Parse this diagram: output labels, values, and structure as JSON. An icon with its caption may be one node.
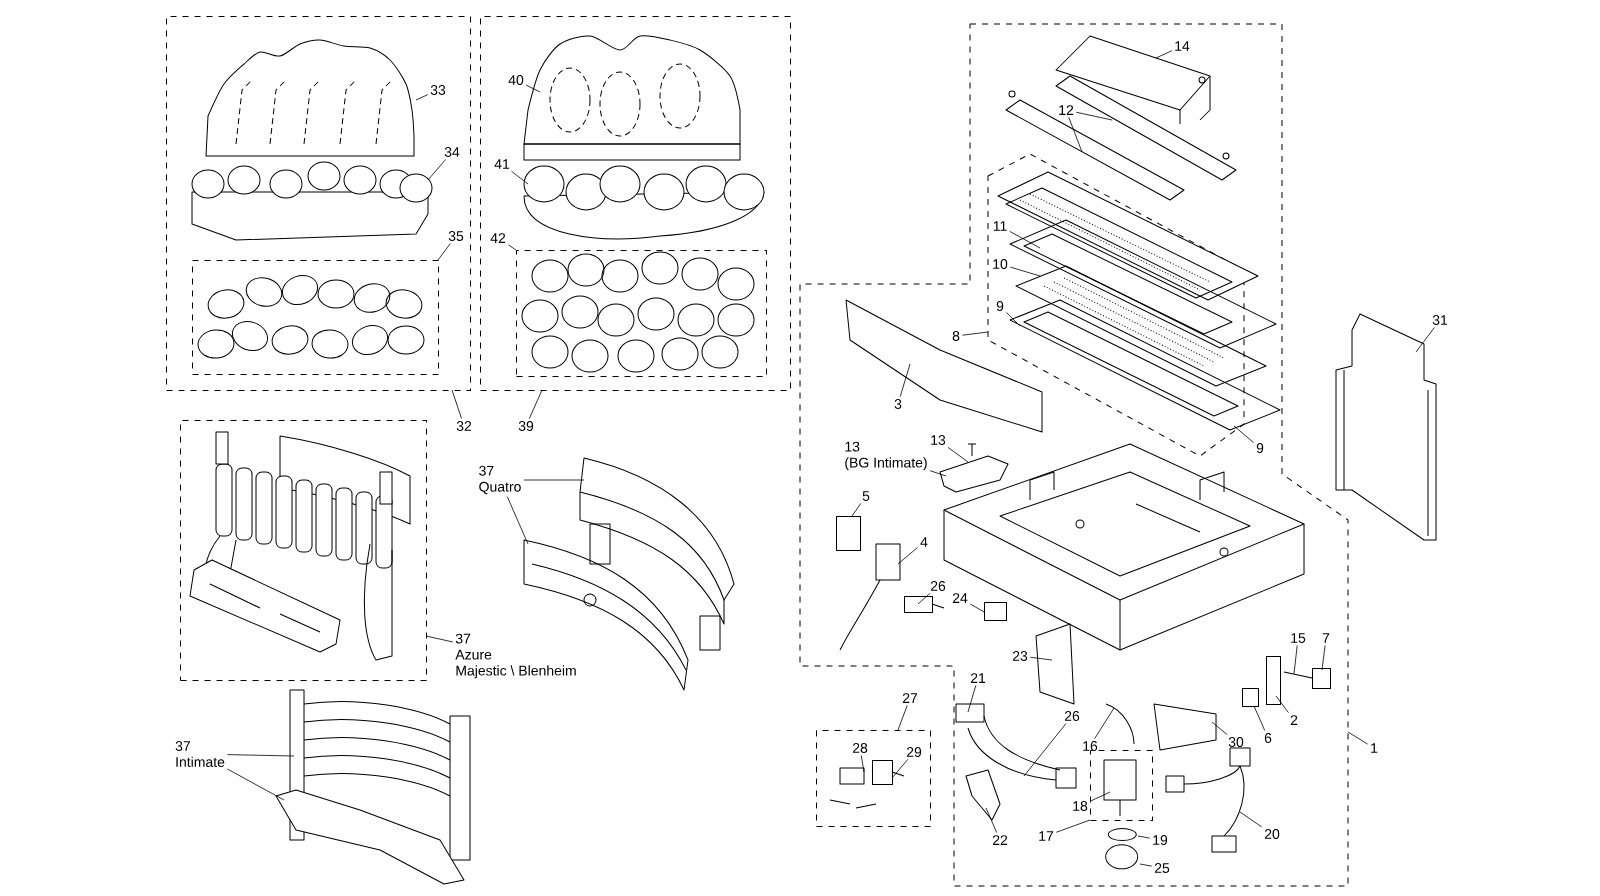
{
  "diagram": {
    "nodes": [
      {
        "text": [
          "33"
        ],
        "in": 45
      },
      {
        "text": [
          "34"
        ],
        "in": 45
      },
      {
        "text": [
          "35"
        ],
        "in": 45
      },
      {
        "text": [
          "32"
        ]
      },
      {
        "text": [
          "40"
        ],
        "in": 49
      },
      {
        "text": [
          "41"
        ],
        "in": 49
      },
      {
        "text": [
          "42"
        ],
        "in": 49
      },
      {
        "text": [
          "39"
        ]
      },
      {
        "text": [
          "37",
          "Quatro"
        ]
      },
      {
        "text": [
          "37",
          "Azure",
          "Majestic \\ Blenheim"
        ]
      },
      {
        "text": [
          "37",
          "Intimate"
        ]
      },
      {
        "text": [
          "14"
        ],
        "in": 58
      },
      {
        "text": [
          "12"
        ],
        "in": 58
      },
      {
        "text": [
          "11"
        ],
        "in": 62
      },
      {
        "text": [
          "10"
        ],
        "in": 62
      },
      {
        "text": [
          "9"
        ],
        "in": 62
      },
      {
        "text": [
          "8"
        ],
        "in": 58
      },
      {
        "text": [
          "9"
        ],
        "in": 58
      },
      {
        "text": [
          "3"
        ],
        "in": 58
      },
      {
        "text": [
          "31"
        ]
      },
      {
        "text": [
          "13",
          "(BG Intimate)"
        ],
        "in": 58
      },
      {
        "text": [
          "13"
        ],
        "in": 58
      },
      {
        "text": [
          "5"
        ],
        "in": 58
      },
      {
        "text": [
          "4"
        ],
        "in": 58
      },
      {
        "text": [
          "26"
        ],
        "in": 58
      },
      {
        "text": [
          "24"
        ],
        "in": 58
      },
      {
        "text": [
          "23"
        ],
        "in": 58
      },
      {
        "text": [
          "21"
        ],
        "in": 58
      },
      {
        "text": [
          "26"
        ],
        "in": 58
      },
      {
        "text": [
          "16"
        ],
        "in": 58
      },
      {
        "text": [
          "27"
        ]
      },
      {
        "text": [
          "28"
        ],
        "in": 78
      },
      {
        "text": [
          "29"
        ],
        "in": 78
      },
      {
        "text": [
          "22"
        ],
        "in": 58
      },
      {
        "text": [
          "17"
        ],
        "in": 58
      },
      {
        "text": [
          "18"
        ],
        "in": 58
      },
      {
        "text": [
          "19"
        ],
        "in": 58
      },
      {
        "text": [
          "25"
        ],
        "in": 58
      },
      {
        "text": [
          "20"
        ],
        "in": 58
      },
      {
        "text": [
          "30"
        ],
        "in": 58
      },
      {
        "text": [
          "6"
        ],
        "in": 58
      },
      {
        "text": [
          "2"
        ],
        "in": 58
      },
      {
        "text": [
          "15"
        ],
        "in": 58
      },
      {
        "text": [
          "7"
        ],
        "in": 58
      },
      {
        "text": [
          "1"
        ]
      },
      {
        "text": [],
        "shape": "box"
      },
      {
        "text": [],
        "shape": "picture",
        "in": 45
      },
      {
        "text": [],
        "shape": "picture",
        "in": 45
      },
      {
        "text": [],
        "shape": "box",
        "in": 45
      },
      {
        "text": [],
        "shape": "box"
      },
      {
        "text": [],
        "shape": "picture",
        "in": 49
      },
      {
        "text": [],
        "shape": "picture",
        "in": 49
      },
      {
        "text": [],
        "shape": "box",
        "in": 49
      },
      {
        "text": [],
        "shape": "box"
      },
      {
        "text": [],
        "shape": "picture"
      },
      {
        "text": [],
        "shape": "picture"
      },
      {
        "text": [],
        "shape": "picture"
      },
      {
        "text": [],
        "shape": "picture"
      },
      {
        "text": [],
        "shape": "box"
      },
      {
        "text": [],
        "shape": "picture",
        "in": 58
      },
      {
        "text": [],
        "shape": "picture",
        "in": 58
      },
      {
        "text": [],
        "shape": "picture",
        "in": 58
      },
      {
        "text": [],
        "shape": "box",
        "in": 58
      },
      {
        "text": [],
        "shape": "picture",
        "in": 62
      },
      {
        "text": [],
        "shape": "picture",
        "in": 62
      },
      {
        "text": [],
        "shape": "picture",
        "in": 62
      },
      {
        "text": [],
        "shape": "picture",
        "in": 62
      },
      {
        "text": [],
        "shape": "picture",
        "in": 58
      },
      {
        "text": [],
        "shape": "picture"
      },
      {
        "text": [],
        "shape": "picture",
        "in": 58
      },
      {
        "text": [],
        "shape": "box",
        "in": 58
      },
      {
        "text": [],
        "shape": "picture",
        "in": 58
      },
      {
        "text": [],
        "shape": "box",
        "in": 58
      },
      {
        "text": [],
        "shape": "box",
        "in": 58
      },
      {
        "text": [],
        "shape": "picture",
        "in": 58
      },
      {
        "text": [],
        "shape": "picture",
        "in": 58
      },
      {
        "text": [],
        "shape": "picture",
        "in": 58
      },
      {
        "text": [],
        "shape": "picture",
        "in": 58
      },
      {
        "text": [],
        "shape": "box"
      },
      {
        "text": [],
        "shape": "picture",
        "in": 78
      },
      {
        "text": [],
        "shape": "box",
        "in": 78
      },
      {
        "text": [],
        "shape": "picture",
        "in": 58
      },
      {
        "text": [],
        "shape": "box",
        "in": 58
      },
      {
        "text": [],
        "shape": "picture",
        "in": 82
      },
      {
        "text": [],
        "shape": "circle",
        "in": 58
      },
      {
        "text": [],
        "shape": "circle",
        "in": 58
      },
      {
        "text": [],
        "shape": "picture",
        "in": 58
      },
      {
        "text": [],
        "shape": "picture",
        "in": 58
      },
      {
        "text": [],
        "shape": "box",
        "in": 58
      },
      {
        "text": [],
        "shape": "box",
        "in": 58
      },
      {
        "text": [],
        "shape": "picture",
        "in": 58
      },
      {
        "text": [],
        "shape": "box",
        "in": 58
      }
    ],
    "edges": [
      {
        "from": 0,
        "to": 46,
        "arrow": "none"
      },
      {
        "from": 1,
        "to": 47,
        "arrow": "none"
      },
      {
        "from": 2,
        "to": 48,
        "arrow": "none"
      },
      {
        "from": 3,
        "to": 45,
        "arrow": "none"
      },
      {
        "from": 4,
        "to": 50,
        "arrow": "none"
      },
      {
        "from": 5,
        "to": 51,
        "arrow": "none"
      },
      {
        "from": 6,
        "to": 52,
        "arrow": "none"
      },
      {
        "from": 7,
        "to": 49,
        "arrow": "none"
      },
      {
        "from": 8,
        "to": 54,
        "arrow": "none"
      },
      {
        "from": 8,
        "to": 55,
        "arrow": "none"
      },
      {
        "from": 9,
        "to": 53,
        "arrow": "none"
      },
      {
        "from": 10,
        "to": 56,
        "arrow": "none"
      },
      {
        "from": 10,
        "to": 57,
        "arrow": "none"
      },
      {
        "from": 11,
        "to": 59,
        "arrow": "none"
      },
      {
        "from": 12,
        "to": 60,
        "arrow": "none"
      },
      {
        "from": 12,
        "to": 61,
        "arrow": "none"
      },
      {
        "from": 13,
        "to": 64,
        "arrow": "none"
      },
      {
        "from": 14,
        "to": 65,
        "arrow": "none"
      },
      {
        "from": 15,
        "to": 66,
        "arrow": "none"
      },
      {
        "from": 16,
        "to": 62,
        "arrow": "none"
      },
      {
        "from": 17,
        "to": 66,
        "arrow": "none"
      },
      {
        "from": 18,
        "to": 67,
        "arrow": "none"
      },
      {
        "from": 19,
        "to": 68,
        "arrow": "none"
      },
      {
        "from": 20,
        "to": 69,
        "arrow": "none"
      },
      {
        "from": 21,
        "to": 69,
        "arrow": "none"
      },
      {
        "from": 22,
        "to": 70,
        "arrow": "none"
      },
      {
        "from": 23,
        "to": 71,
        "arrow": "none"
      },
      {
        "from": 24,
        "to": 72,
        "arrow": "none"
      },
      {
        "from": 25,
        "to": 73,
        "arrow": "none"
      },
      {
        "from": 26,
        "to": 74,
        "arrow": "none"
      },
      {
        "from": 27,
        "to": 75,
        "arrow": "none"
      },
      {
        "from": 28,
        "to": 76,
        "arrow": "none"
      },
      {
        "from": 29,
        "to": 77,
        "arrow": "none"
      },
      {
        "from": 30,
        "to": 78,
        "arrow": "none"
      },
      {
        "from": 31,
        "to": 79,
        "arrow": "none"
      },
      {
        "from": 32,
        "to": 80,
        "arrow": "none"
      },
      {
        "from": 33,
        "to": 81,
        "arrow": "none"
      },
      {
        "from": 34,
        "to": 82,
        "arrow": "none"
      },
      {
        "from": 35,
        "to": 83,
        "arrow": "none"
      },
      {
        "from": 36,
        "to": 84,
        "arrow": "none"
      },
      {
        "from": 37,
        "to": 85,
        "arrow": "none"
      },
      {
        "from": 38,
        "to": 86,
        "arrow": "none"
      },
      {
        "from": 39,
        "to": 87,
        "arrow": "none"
      },
      {
        "from": 40,
        "to": 88,
        "arrow": "none"
      },
      {
        "from": 41,
        "to": 89,
        "arrow": "none"
      },
      {
        "from": 42,
        "to": 90,
        "arrow": "none"
      },
      {
        "from": 43,
        "to": 91,
        "arrow": "none"
      },
      {
        "from": 44,
        "to": 58,
        "arrow": "none"
      }
    ]
  }
}
